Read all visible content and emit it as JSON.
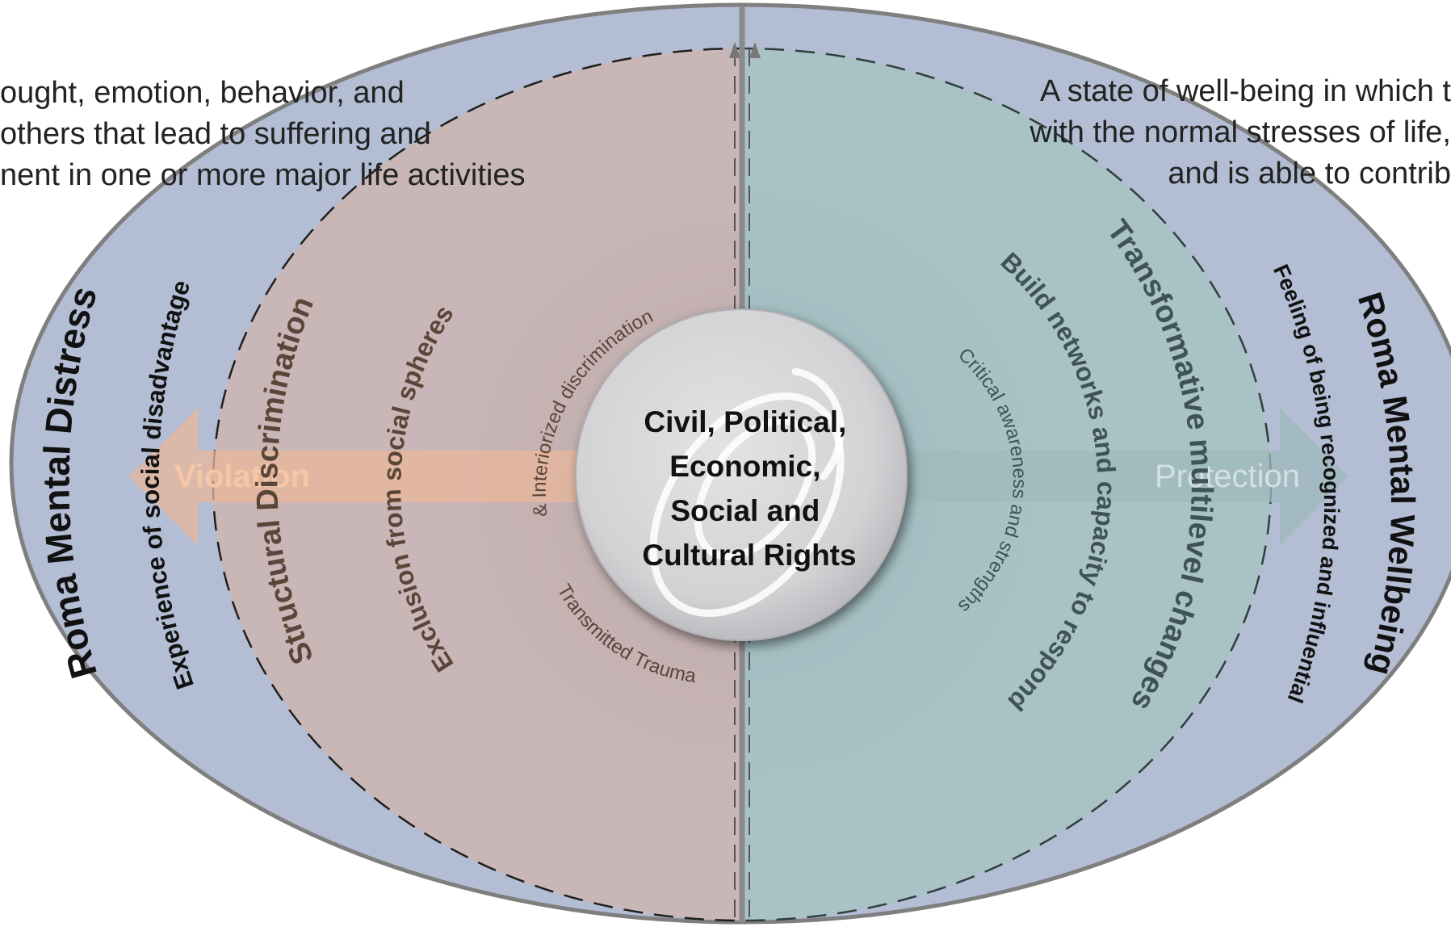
{
  "center": {
    "lines": [
      "Civil, Political,",
      "Economic,",
      "Social and",
      "Cultural Rights"
    ]
  },
  "left": {
    "definition_lines": [
      "ought, emotion, behavior, and",
      "others that lead to suffering and",
      "nent in one or more major life activities"
    ],
    "title": "Roma Mental Distress",
    "subtitle": "Experience of social disadvantage",
    "ring_outer": "Structural Discrimination",
    "ring_middle": "Exclusion from social spheres",
    "ring_inner_top": "& Interiorized discrimination",
    "ring_inner_bottom": "Transmitted Trauma",
    "arrow_label": "Violation"
  },
  "right": {
    "definition_lines": [
      "A state of well-being in which t",
      "with the normal stresses of life,",
      "and is able to contrib"
    ],
    "title": "Roma Mental Wellbeing",
    "subtitle": "Feeling of being recognized and influential",
    "ring_outer": "Transformative multilevel changes",
    "ring_middle": "Build networks and capacity to respond",
    "ring_inner": "Critical awareness and strengths",
    "arrow_label": "Protection"
  },
  "colors": {
    "ellipse_fill": "#b3bdd3",
    "ellipse_stroke": "#7f7f7f",
    "left_half_fill": "#c9b7b8",
    "right_half_fill": "#a9c2c6",
    "violation_arrow": "#e9b79b",
    "violation_text": "#f6c7a6",
    "protection_arrow": "#9fb9bc",
    "protection_text": "#d4e0e2",
    "left_ring_text": "#5a4638",
    "right_ring_text": "#3f5452",
    "title_text": "#111111"
  }
}
